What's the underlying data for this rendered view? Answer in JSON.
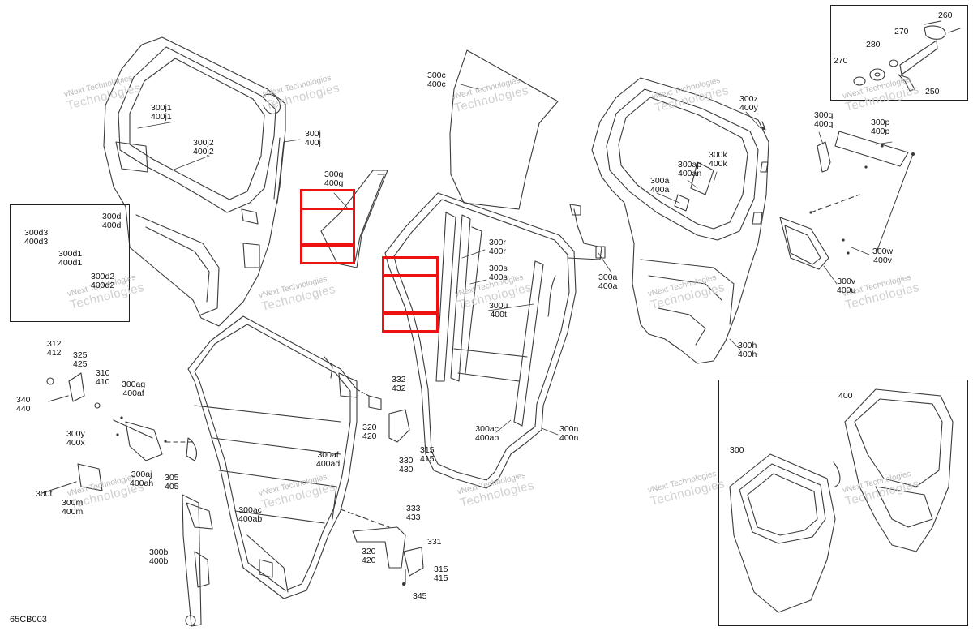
{
  "diagram_code": "65CB003",
  "watermark": {
    "line1": "vNext Technologies",
    "line2": "Technologies"
  },
  "callouts": [
    {
      "id": "c-300j1",
      "text": "300j1\n400j1"
    },
    {
      "id": "c-300j2",
      "text": "300j2\n400j2"
    },
    {
      "id": "c-300j",
      "text": "300j\n400j"
    },
    {
      "id": "c-300d",
      "text": "300d\n400d"
    },
    {
      "id": "c-300d3",
      "text": "300d3\n400d3"
    },
    {
      "id": "c-300d1",
      "text": "300d1\n400d1"
    },
    {
      "id": "c-300d2",
      "text": "300d2\n400d2"
    },
    {
      "id": "c-300g",
      "text": "300g\n400g"
    },
    {
      "id": "c-300c",
      "text": "300c\n400c"
    },
    {
      "id": "c-300r",
      "text": "300r\n400r"
    },
    {
      "id": "c-300s",
      "text": "300s\n400s"
    },
    {
      "id": "c-300u",
      "text": "300u\n400t"
    },
    {
      "id": "c-300a-mid",
      "text": "300a\n400a"
    },
    {
      "id": "c-300ac-r",
      "text": "300ac\n400ab"
    },
    {
      "id": "c-300n",
      "text": "300n\n400n"
    },
    {
      "id": "c-300z",
      "text": "300z\n400y"
    },
    {
      "id": "c-300ap",
      "text": "300ap\n400an"
    },
    {
      "id": "c-300k",
      "text": "300k\n400k"
    },
    {
      "id": "c-300a-r",
      "text": "300a\n400a"
    },
    {
      "id": "c-300q",
      "text": "300q\n400q"
    },
    {
      "id": "c-300p",
      "text": "300p\n400p"
    },
    {
      "id": "c-300w",
      "text": "300w\n400v"
    },
    {
      "id": "c-300v",
      "text": "300v\n400u"
    },
    {
      "id": "c-300h",
      "text": "300h\n400h"
    },
    {
      "id": "c-312",
      "text": "312\n412"
    },
    {
      "id": "c-325",
      "text": "325\n425"
    },
    {
      "id": "c-310",
      "text": "310\n410"
    },
    {
      "id": "c-300ag",
      "text": "300ag\n400af"
    },
    {
      "id": "c-340",
      "text": "340\n440"
    },
    {
      "id": "c-300y",
      "text": "300y\n400x"
    },
    {
      "id": "c-300aj",
      "text": "300aj\n400ah"
    },
    {
      "id": "c-305",
      "text": "305\n405"
    },
    {
      "id": "c-300t",
      "text": "300t"
    },
    {
      "id": "c-300m",
      "text": "300m\n400m"
    },
    {
      "id": "c-332",
      "text": "332\n432"
    },
    {
      "id": "c-320a",
      "text": "320\n420"
    },
    {
      "id": "c-330",
      "text": "330\n430"
    },
    {
      "id": "c-315a",
      "text": "315\n415"
    },
    {
      "id": "c-300af",
      "text": "300af\n400ad"
    },
    {
      "id": "c-300ac-l",
      "text": "300ac\n400ab"
    },
    {
      "id": "c-333",
      "text": "333\n433"
    },
    {
      "id": "c-331",
      "text": "331"
    },
    {
      "id": "c-320b",
      "text": "320\n420"
    },
    {
      "id": "c-315b",
      "text": "315\n415"
    },
    {
      "id": "c-345",
      "text": "345"
    },
    {
      "id": "c-300b",
      "text": "300b\n400b"
    },
    {
      "id": "c-260",
      "text": "260"
    },
    {
      "id": "c-270a",
      "text": "270"
    },
    {
      "id": "c-280",
      "text": "280"
    },
    {
      "id": "c-270b",
      "text": "270"
    },
    {
      "id": "c-250",
      "text": "250"
    },
    {
      "id": "c-400",
      "text": "400"
    },
    {
      "id": "c-300",
      "text": "300"
    }
  ],
  "colors": {
    "highlight": "#e11111",
    "line": "#3a3a3a",
    "watermark": "#c8c8c8"
  }
}
